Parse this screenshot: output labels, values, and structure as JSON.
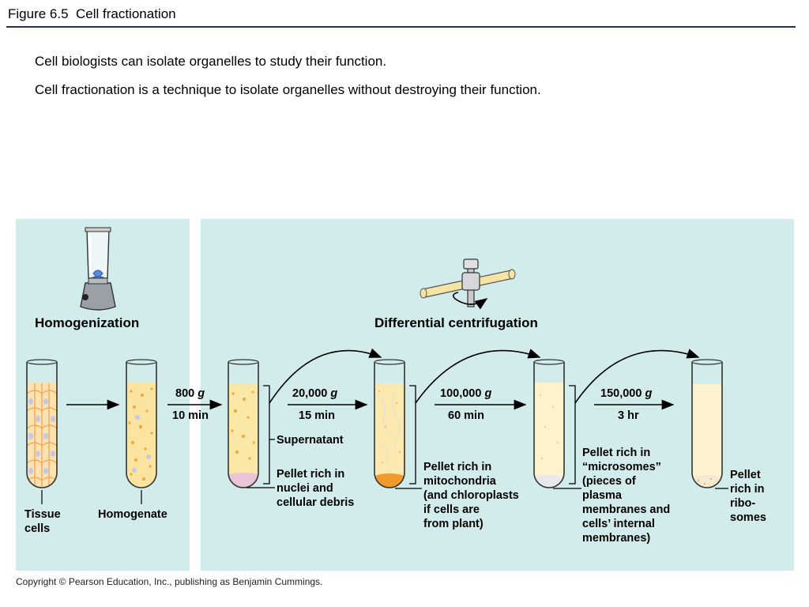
{
  "slide": {
    "title": "Figure 6.5  Cell fractionation",
    "bullets": [
      "Cell biologists can isolate organelles to study their function.",
      "Cell fractionation is a technique to isolate organelles without destroying their function."
    ],
    "copyright": "Copyright © Pearson Education, Inc., publishing as Benjamin Cummings."
  },
  "figure": {
    "homogenization_heading": "Homogenization",
    "centrifugation_heading": "Differential centrifugation",
    "steps": [
      {
        "speed": "800",
        "unit": "g",
        "time": "10 min"
      },
      {
        "speed": "20,000",
        "unit": "g",
        "time": "15 min"
      },
      {
        "speed": "100,000",
        "unit": "g",
        "time": "60 min"
      },
      {
        "speed": "150,000",
        "unit": "g",
        "time": "3 hr"
      }
    ],
    "labels": {
      "tissue": [
        "Tissue",
        "cells"
      ],
      "homogenate": [
        "Homogenate"
      ],
      "supernatant": [
        "Supernatant"
      ],
      "pellet1": [
        "Pellet rich in",
        "nuclei and",
        "cellular debris"
      ],
      "pellet2": [
        "Pellet rich in",
        "mitochondria",
        "(and chloroplasts",
        "if cells are",
        "from plant)"
      ],
      "pellet3": [
        "Pellet rich in",
        "“microsomes”",
        "(pieces of",
        "plasma",
        "membranes and",
        "cells’ internal",
        "membranes)"
      ],
      "pellet4": [
        "Pellet",
        "rich in",
        "ribo-",
        "somes"
      ]
    },
    "colors": {
      "panel": "#d2ecec",
      "tube_fill": "#fbe7a6",
      "orange_particles": "#f3a53a",
      "pellet_pink": "#e9c6d7",
      "pellet_orange": "#ef9a2a"
    }
  }
}
